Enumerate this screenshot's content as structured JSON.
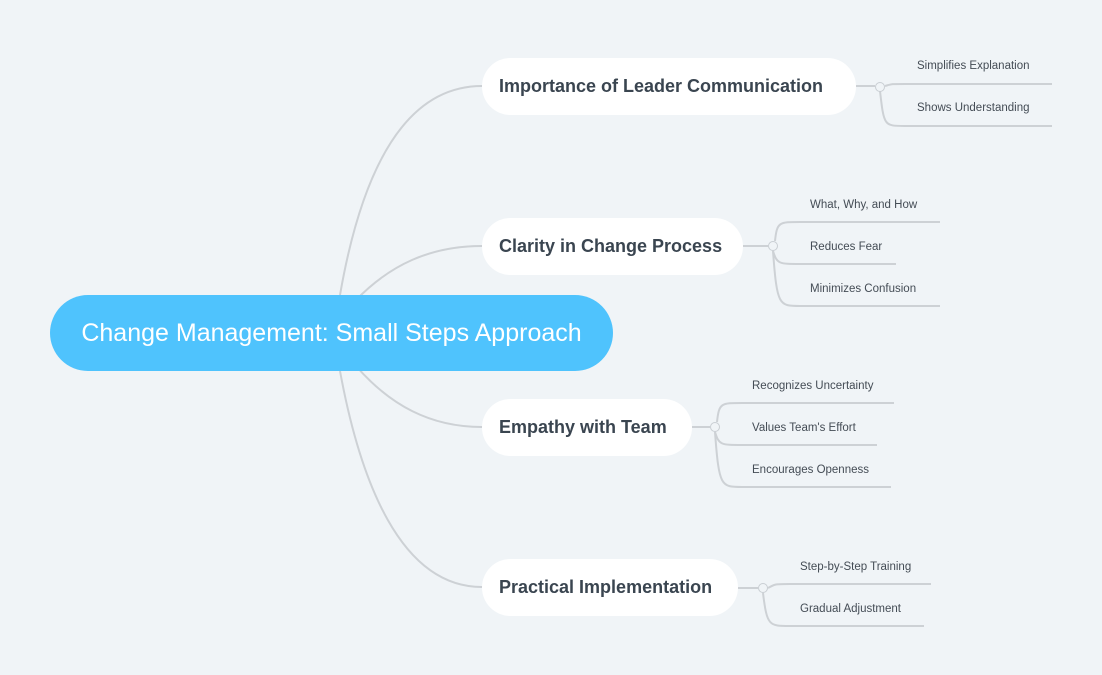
{
  "root": {
    "label": "Change Management: Small Steps Approach",
    "color": "#4fc3fd"
  },
  "branches": [
    {
      "label": "Importance of Leader Communication",
      "children": [
        "Simplifies Explanation",
        "Shows Understanding"
      ]
    },
    {
      "label": "Clarity in Change Process",
      "children": [
        "What, Why, and How",
        "Reduces Fear",
        "Minimizes Confusion"
      ]
    },
    {
      "label": "Empathy with Team",
      "children": [
        "Recognizes Uncertainty",
        "Values Team's Effort",
        "Encourages Openness"
      ]
    },
    {
      "label": "Practical Implementation",
      "children": [
        "Step-by-Step Training",
        "Gradual Adjustment"
      ]
    }
  ],
  "colors": {
    "line": "#cdd1d5",
    "background": "#f0f4f7"
  }
}
